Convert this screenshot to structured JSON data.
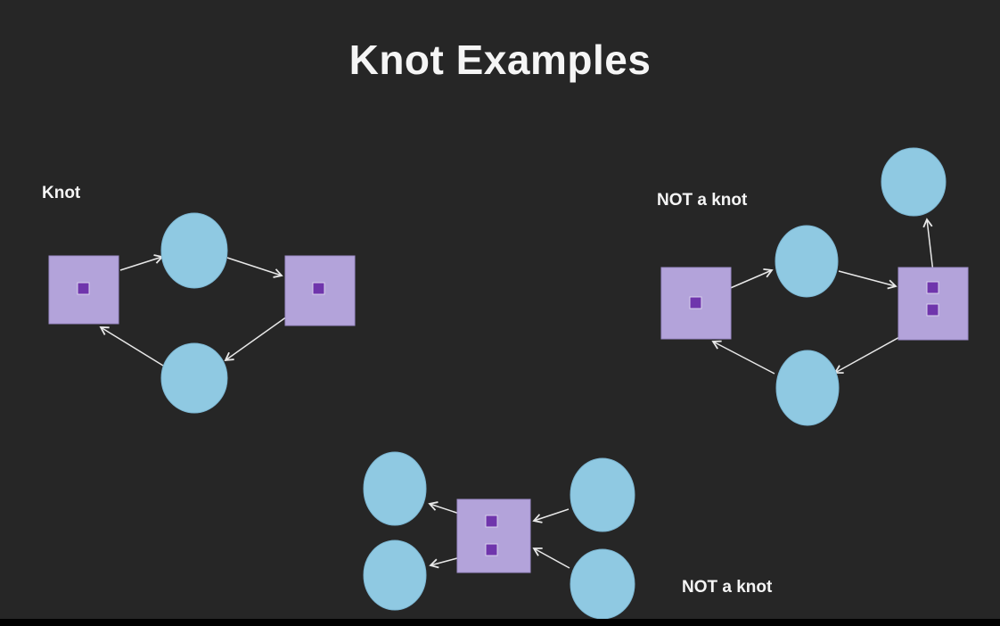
{
  "title": "Knot Examples",
  "diagrams": {
    "knot": {
      "label": "Knot",
      "nodes": [
        "square-left",
        "circle-top",
        "square-right",
        "circle-bottom"
      ],
      "edges": [
        "square-left -> circle-top",
        "circle-top -> square-right",
        "square-right -> circle-bottom",
        "circle-bottom -> square-left"
      ]
    },
    "not_knot_right": {
      "label": "NOT a knot",
      "nodes": [
        "square-left",
        "circle-top",
        "square-right",
        "circle-top-right",
        "circle-bottom"
      ],
      "edges": [
        "square-left -> circle-top",
        "circle-top -> square-right",
        "square-right -> circle-top-right",
        "square-right -> circle-bottom",
        "circle-bottom -> square-left"
      ]
    },
    "not_knot_bottom": {
      "label": "NOT a knot",
      "nodes": [
        "circle-top-left",
        "circle-bottom-left",
        "square-center",
        "circle-top-right",
        "circle-bottom-right"
      ],
      "edges": [
        "square-center -> circle-top-left",
        "square-center -> circle-bottom-left",
        "circle-top-right -> square-center",
        "circle-bottom-right -> square-center"
      ]
    }
  },
  "colors": {
    "background": "#262626",
    "circle_fill": "#8fc9e2",
    "square_fill": "#b3a3da",
    "inner_square_fill": "#6f35ac",
    "arrow": "#e8e8e8",
    "text": "#f5f5f5"
  }
}
